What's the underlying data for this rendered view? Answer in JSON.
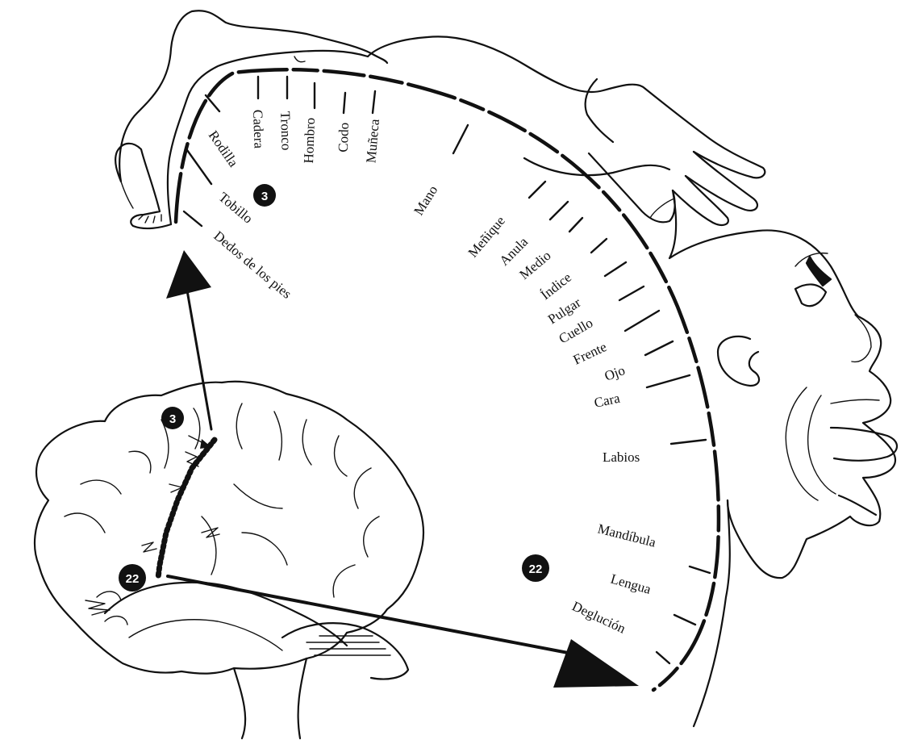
{
  "labels": {
    "rodilla": "Rodilla",
    "cadera": "Cadera",
    "tronco": "Tronco",
    "hombro": "Hombro",
    "codo": "Codo",
    "muneca": "Muñeca",
    "mano": "Mano",
    "tobillo": "Tobillo",
    "dedos_pies": "Dedos de los pies",
    "menique": "Meñique",
    "anular": "Anula",
    "medio": "Medio",
    "indice": "Índice",
    "pulgar": "Pulgar",
    "cuello": "Cuello",
    "frente": "Frente",
    "ojo": "Ojo",
    "cara": "Cara",
    "labios": "Labios",
    "mandibula": "Mandíbula",
    "lengua": "Lengua",
    "deglucion": "Deglución"
  },
  "markers": {
    "top": "3",
    "bottom": "22"
  }
}
